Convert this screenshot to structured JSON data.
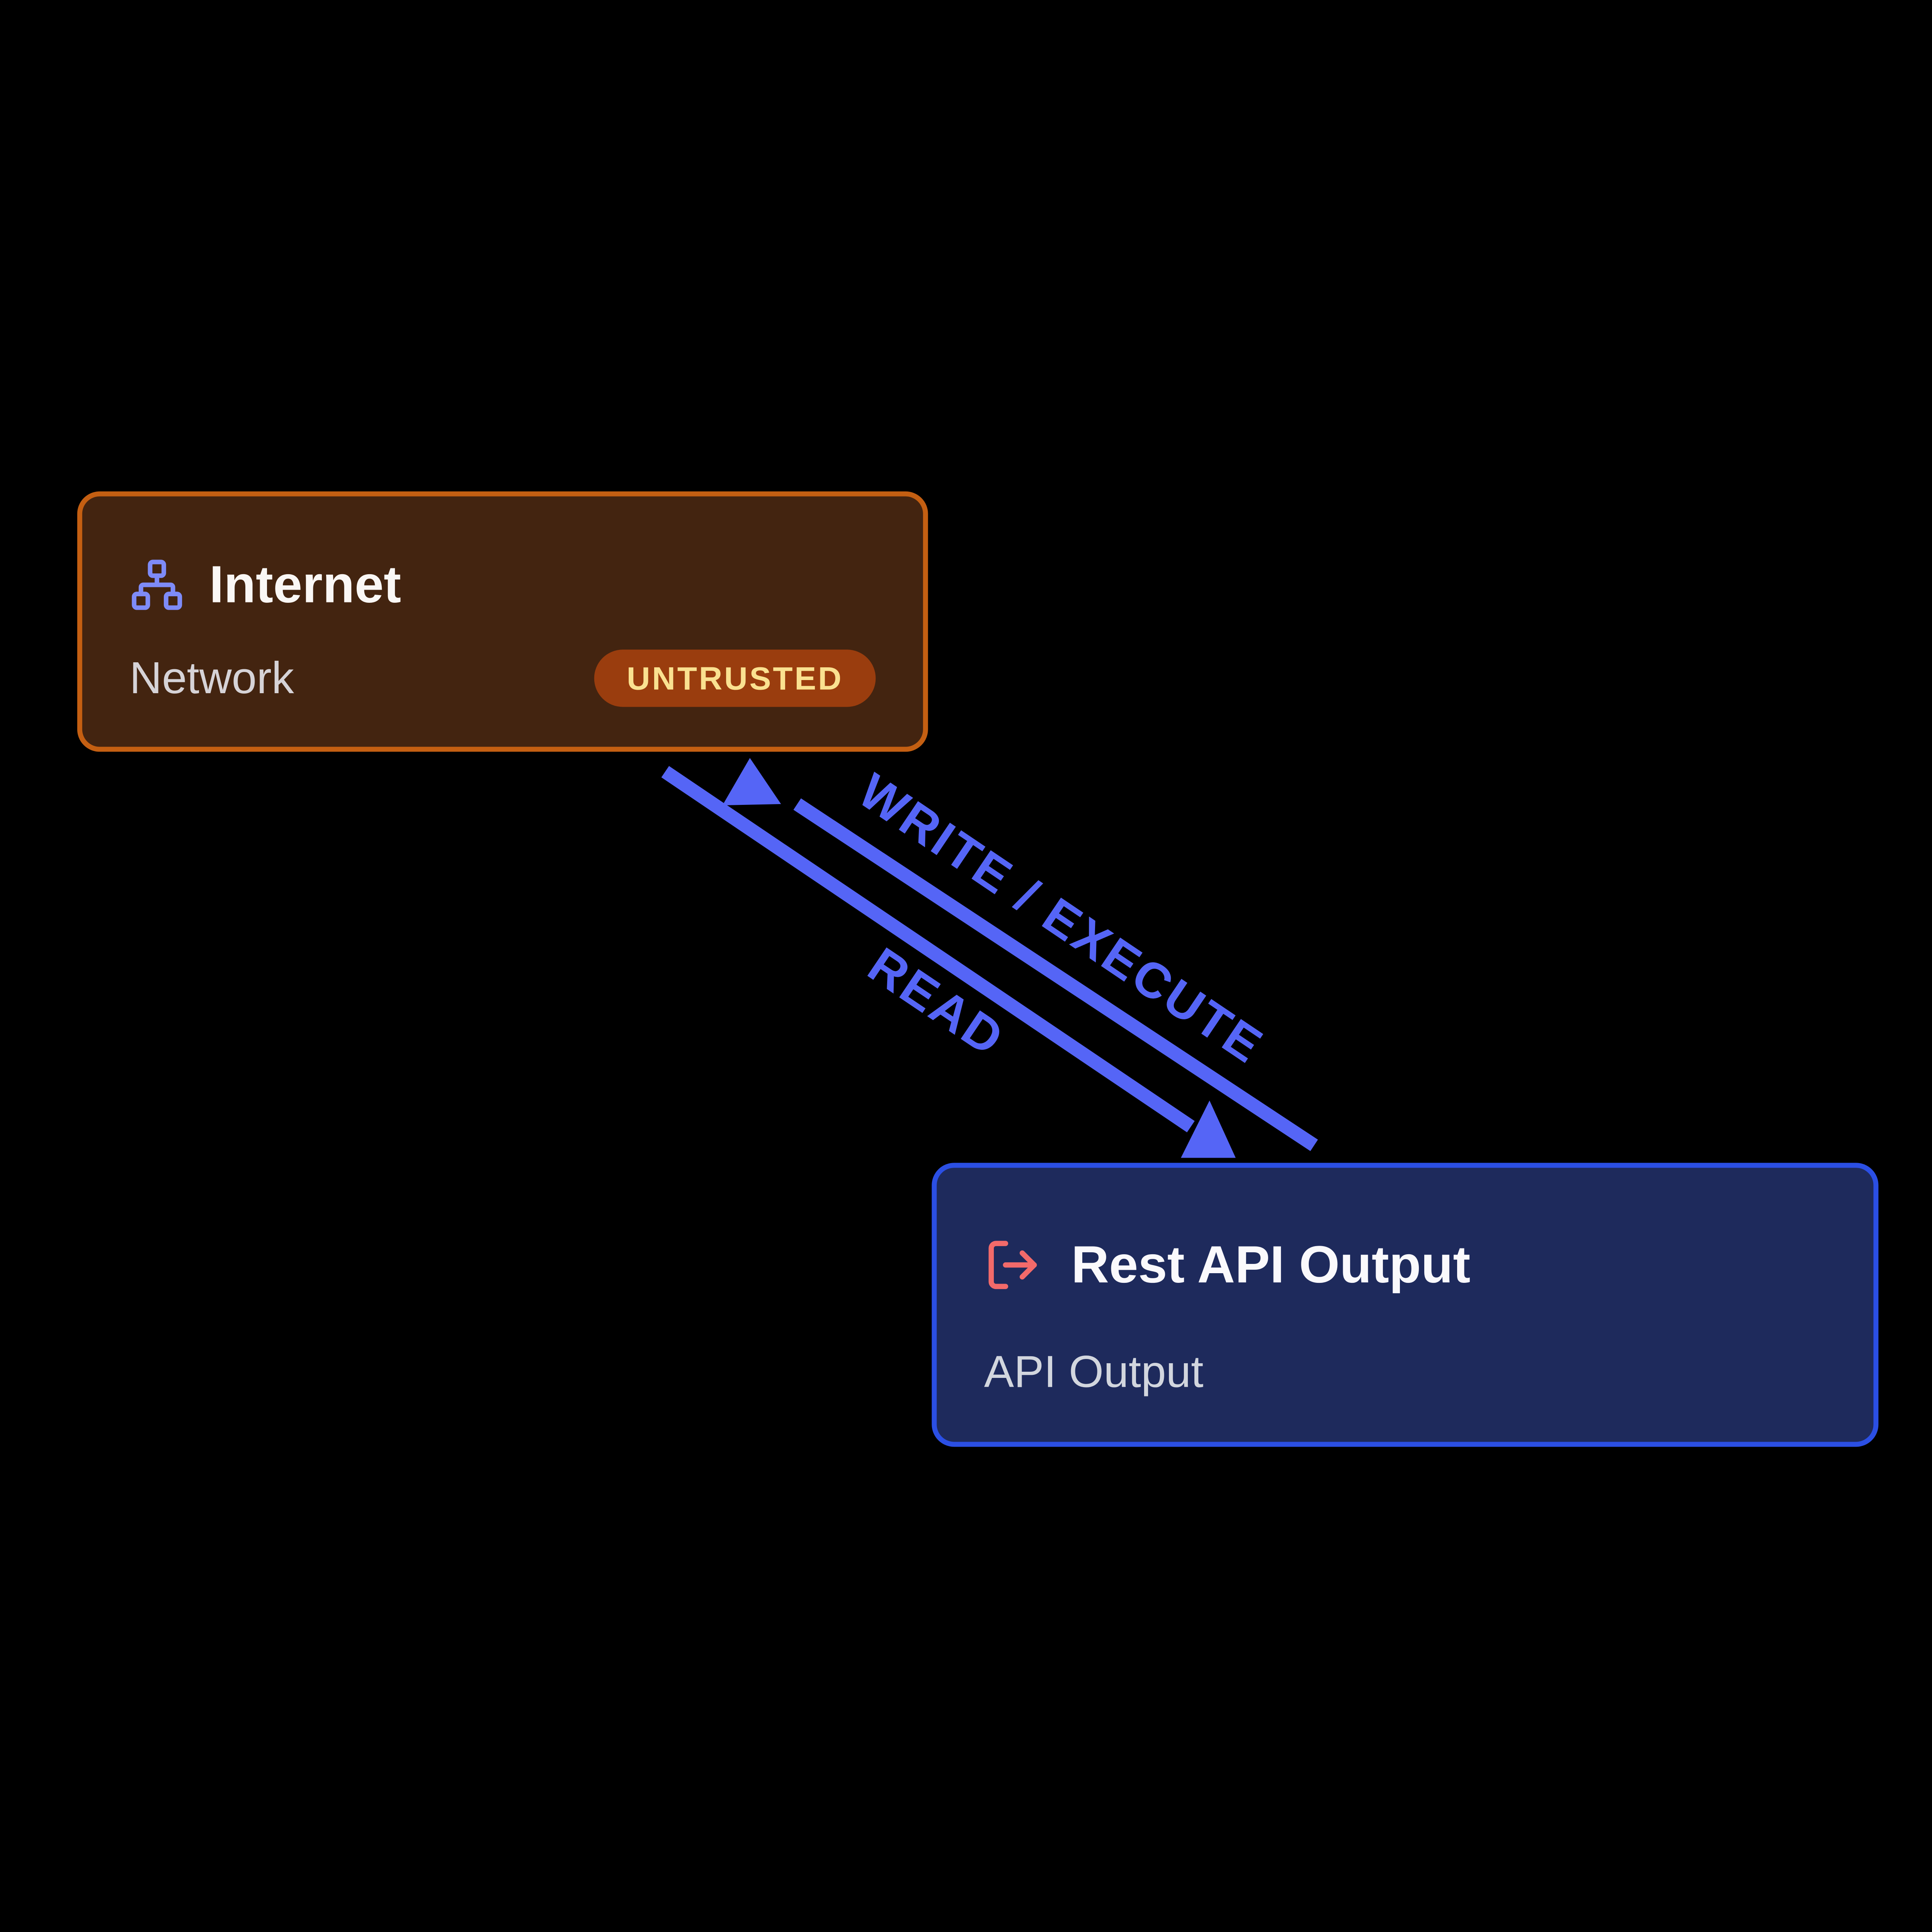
{
  "diagram": {
    "background_color": "#000000",
    "edge_color": "#5565F6",
    "nodes": {
      "internet": {
        "title": "Internet",
        "subtitle": "Network",
        "badge": "UNTRUSTED",
        "icon": "network-icon",
        "colors": {
          "border": "#C45F12",
          "fill": "#432410",
          "icon": "#7E8BF8",
          "title": "#FAF7F5",
          "subtitle": "#D6D3D7",
          "badge_bg": "#9A3D0E",
          "badge_text": "#FAE190"
        }
      },
      "rest_api_output": {
        "title": "Rest API Output",
        "subtitle": "API Output",
        "icon": "log-out-icon",
        "colors": {
          "border": "#2B4FE4",
          "fill": "#1E2A5C",
          "icon": "#F26A6A",
          "title": "#FAF9FC",
          "subtitle": "#D2D6DE"
        }
      }
    },
    "edges": {
      "write_execute": {
        "label": "WRITE / EXECUTE",
        "color": "#5565F6",
        "arrow_points_to": "Internet"
      },
      "read": {
        "label": "READ",
        "color": "#5565F6",
        "arrow_points_to": "Rest API Output"
      }
    }
  }
}
